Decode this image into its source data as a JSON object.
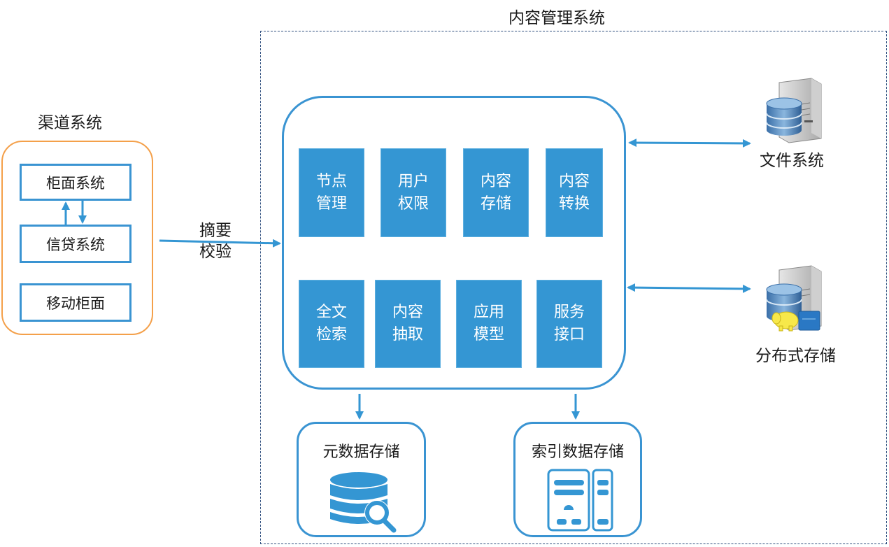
{
  "diagram": {
    "cms": {
      "title": "内容管理系统",
      "modules_row1": [
        {
          "line1": "节点",
          "line2": "管理"
        },
        {
          "line1": "用户",
          "line2": "权限"
        },
        {
          "line1": "内容",
          "line2": "存储"
        },
        {
          "line1": "内容",
          "line2": "转换"
        }
      ],
      "modules_row2": [
        {
          "line1": "全文",
          "line2": "检索"
        },
        {
          "line1": "内容",
          "line2": "抽取"
        },
        {
          "line1": "应用",
          "line2": "模型"
        },
        {
          "line1": "服务",
          "line2": "接口"
        }
      ],
      "storage": [
        {
          "label": "元数据存储",
          "icon": "database-search-icon"
        },
        {
          "label": "索引数据存储",
          "icon": "index-server-icon"
        }
      ]
    },
    "channel": {
      "title": "渠道系统",
      "systems": [
        "柜面系统",
        "信贷系统",
        "移动柜面"
      ]
    },
    "connector": {
      "line1": "摘要",
      "line2": "校验"
    },
    "external": [
      {
        "label": "文件系统",
        "icon": "file-server-icon"
      },
      {
        "label": "分布式存储",
        "icon": "hadoop-server-icon"
      }
    ],
    "colors": {
      "primary_blue": "#3496d3",
      "channel_orange": "#f4a04a",
      "dashed_frame": "#2f4f7f"
    }
  }
}
